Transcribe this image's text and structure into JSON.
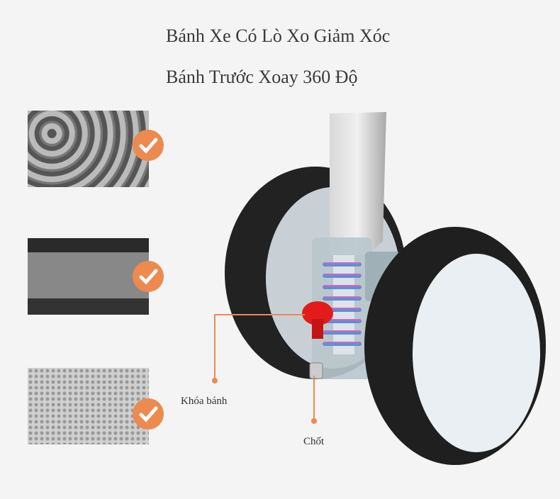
{
  "headings": [
    "Bánh Xe Có Lò Xo Giảm Xóc",
    "Bánh Trước Xoay 360 Độ"
  ],
  "surfaces": [
    {
      "name": "cobblestone",
      "icon": "check-icon"
    },
    {
      "name": "speed-bump",
      "icon": "check-icon"
    },
    {
      "name": "tactile-paving",
      "icon": "check-icon"
    }
  ],
  "callouts": {
    "lock": "Khóa bánh",
    "pin": "Chốt"
  },
  "colors": {
    "accent": "#ec8a4f",
    "text": "#3a3a3a"
  }
}
